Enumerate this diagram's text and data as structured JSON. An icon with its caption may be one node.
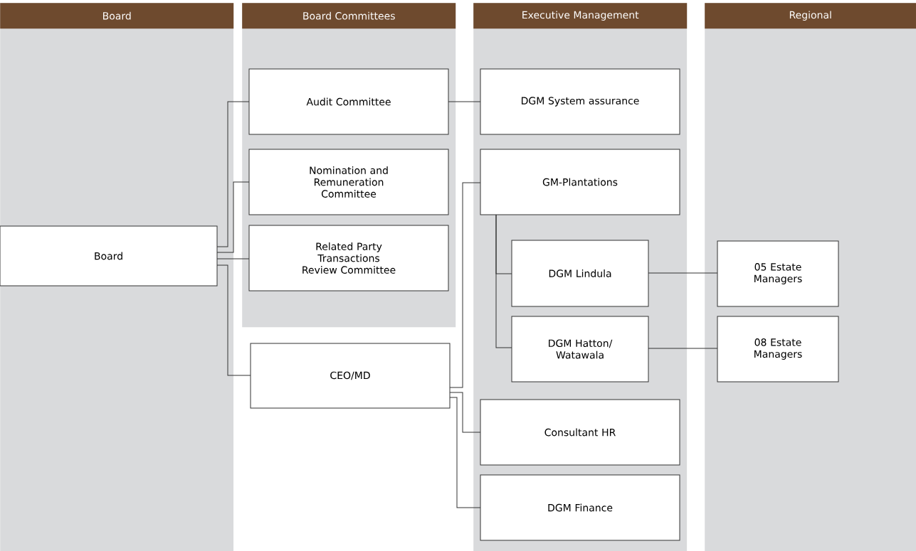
{
  "diagram": {
    "nodes": [
      {
        "text": [
          "Board"
        ]
      },
      {
        "text": [
          "Board Committees"
        ]
      },
      {
        "text": [
          "Executive Management"
        ]
      },
      {
        "text": [
          "Regional"
        ]
      },
      {
        "text": [
          "Board"
        ],
        "in": 0
      },
      {
        "text": [
          "Audit Committee"
        ],
        "in": 1
      },
      {
        "text": [
          "Nomination and Remuneration Committee"
        ],
        "in": 1
      },
      {
        "text": [
          "Related Party Transactions Review Committee"
        ],
        "in": 1
      },
      {
        "text": [
          "CEO/MD"
        ]
      },
      {
        "text": [
          "DGM System assurance"
        ],
        "in": 2
      },
      {
        "text": [
          "GM-Plantations"
        ],
        "in": 2
      },
      {
        "text": [
          "DGM Lindula"
        ],
        "in": 2
      },
      {
        "text": [
          "DGM Hatton/ Watawala"
        ],
        "in": 2
      },
      {
        "text": [
          "Consultant HR"
        ],
        "in": 2
      },
      {
        "text": [
          "DGM Finance"
        ],
        "in": 2
      },
      {
        "text": [
          "05 Estate Managers"
        ],
        "in": 3
      },
      {
        "text": [
          "08 Estate Managers"
        ],
        "in": 3
      }
    ],
    "edges": [
      {
        "from": 4,
        "to": 5,
        "arrow": "none"
      },
      {
        "from": 4,
        "to": 6,
        "arrow": "none"
      },
      {
        "from": 4,
        "to": 7,
        "arrow": "none"
      },
      {
        "from": 4,
        "to": 8,
        "arrow": "none"
      },
      {
        "from": 5,
        "to": 9,
        "arrow": "none"
      },
      {
        "from": 8,
        "to": 10,
        "arrow": "none"
      },
      {
        "from": 8,
        "to": 13,
        "arrow": "none"
      },
      {
        "from": 8,
        "to": 14,
        "arrow": "none"
      },
      {
        "from": 10,
        "to": 11,
        "arrow": "none"
      },
      {
        "from": 10,
        "to": 12,
        "arrow": "none"
      },
      {
        "from": 11,
        "to": 15,
        "arrow": "none"
      },
      {
        "from": 12,
        "to": 16,
        "arrow": "none"
      }
    ]
  }
}
